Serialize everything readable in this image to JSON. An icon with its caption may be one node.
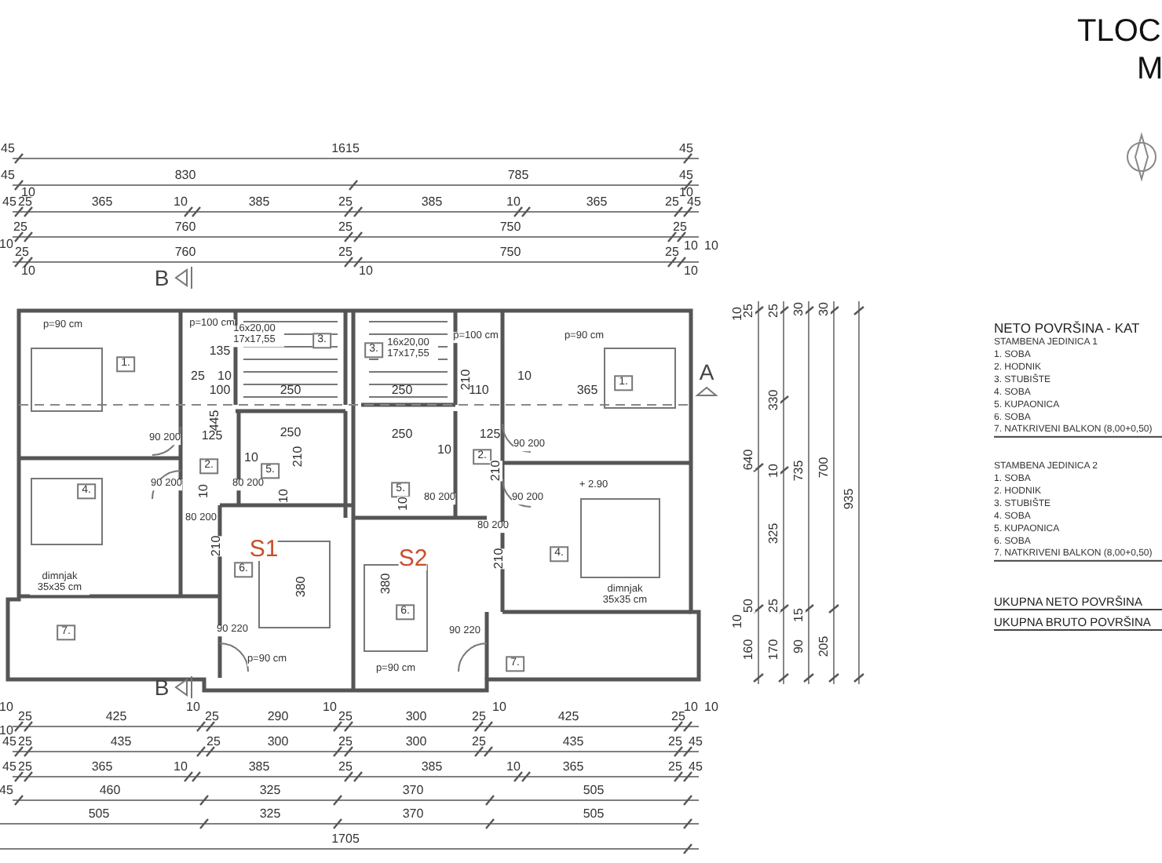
{
  "diagram": {
    "labels": [
      "TLOC",
      "M",
      "45",
      "1615",
      "45",
      "45",
      "830",
      "785",
      "45",
      "10",
      "10",
      "45",
      "25",
      "365",
      "10",
      "385",
      "25",
      "385",
      "10",
      "365",
      "25",
      "45",
      "25",
      "760",
      "25",
      "750",
      "25",
      "10",
      "10",
      "10",
      "25",
      "760",
      "25",
      "750",
      "25",
      "10",
      "10",
      "10",
      "B",
      "p=90 cm",
      "1.",
      "p=100 cm",
      "16x20,00 17x17,55",
      "3.",
      "135",
      "25",
      "10",
      "100",
      "445",
      "250",
      "250",
      "90 200",
      "125",
      "10",
      "210",
      "2.",
      "5.",
      "90 200",
      "80 200",
      "10",
      "10",
      "4.",
      "80 200",
      "210",
      "S1",
      "dimnjak 35x35 cm",
      "6.",
      "380",
      "7.",
      "90 220",
      "p=90 cm",
      "p=100 cm",
      "p=90 cm",
      "16x20,00 17x17,55",
      "3.",
      "10",
      "210",
      "250",
      "110",
      "365",
      "1.",
      "A",
      "250",
      "125",
      "10",
      "2.",
      "90 200",
      "210",
      "5.",
      "+ 2.90",
      "10",
      "80 200",
      "90 200",
      "80 200",
      "S2",
      "210",
      "4.",
      "380",
      "6.",
      "dimnjak 35x35 cm",
      "90 220",
      "7.",
      "p=90 cm",
      "10",
      "25",
      "25",
      "30",
      "30",
      "640",
      "330",
      "10",
      "325",
      "735",
      "700",
      "935",
      "50",
      "10",
      "25",
      "15",
      "160",
      "170",
      "90",
      "205",
      "NETO POVRŠINA -  KAT",
      "STAMBENA JEDINICA 1",
      "1. SOBA",
      "2. HODNIK",
      "3. STUBIŠTE",
      "4. SOBA",
      "5. KUPAONICA",
      "6. SOBA",
      "7. NATKRIVENI BALKON (8,00+0,50)",
      "STAMBENA JEDINICA 2",
      "1. SOBA",
      "2. HODNIK",
      "3. STUBIŠTE",
      "4. SOBA",
      "5. KUPAONICA",
      "6. SOBA",
      "7. NATKRIVENI BALKON (8,00+0,50)",
      "UKUPNA NETO POVRŠINA",
      "UKUPNA BRUTO POVRŠINA",
      "B",
      "10",
      "25",
      "425",
      "10",
      "25",
      "290",
      "10",
      "25",
      "300",
      "10",
      "25",
      "425",
      "25",
      "10",
      "10",
      "10",
      "45",
      "25",
      "435",
      "25",
      "300",
      "25",
      "300",
      "25",
      "435",
      "25",
      "45",
      "45",
      "25",
      "365",
      "10",
      "385",
      "25",
      "385",
      "10",
      "365",
      "25",
      "45",
      "45",
      "460",
      "325",
      "370",
      "505",
      "505",
      "325",
      "370",
      "505",
      "1705"
    ]
  }
}
